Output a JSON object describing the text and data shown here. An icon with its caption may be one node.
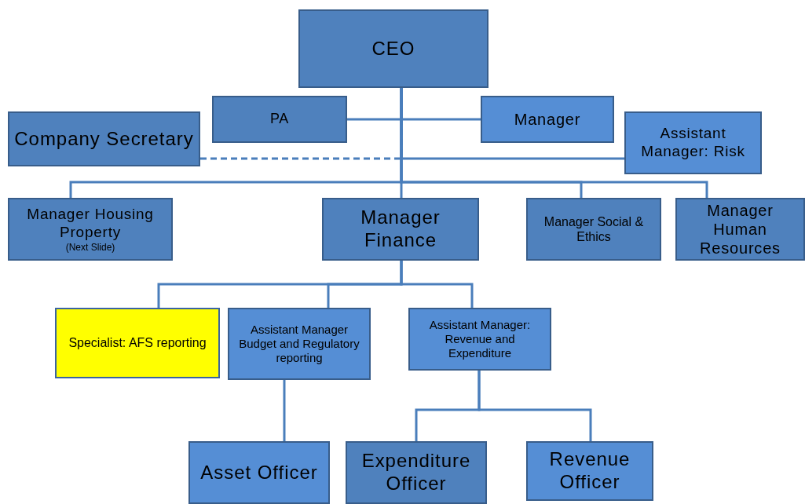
{
  "diagram": {
    "nodes": [
      {
        "text": [
          "CEO"
        ]
      },
      {
        "text": [
          "PA"
        ]
      },
      {
        "text": [
          "Manager"
        ]
      },
      {
        "text": [
          "Company Secretary"
        ]
      },
      {
        "text": [
          "Assistant Manager: Risk"
        ]
      },
      {
        "text": [
          "Manager Housing Property",
          "(Next Slide)"
        ]
      },
      {
        "text": [
          "Manager Finance"
        ]
      },
      {
        "text": [
          "Manager Social & Ethics"
        ]
      },
      {
        "text": [
          "Manager Human Resources"
        ]
      },
      {
        "text": [
          "Specialist: AFS reporting"
        ]
      },
      {
        "text": [
          "Assistant Manager Budget and Regulatory reporting"
        ]
      },
      {
        "text": [
          "Assistant Manager: Revenue and Expenditure"
        ]
      },
      {
        "text": [
          "Asset Officer"
        ]
      },
      {
        "text": [
          "Expenditure Officer"
        ]
      },
      {
        "text": [
          "Revenue Officer"
        ]
      }
    ],
    "edges": [
      {
        "from": 0,
        "to": 1,
        "arrow": "none"
      },
      {
        "from": 0,
        "to": 2,
        "arrow": "none"
      },
      {
        "from": 0,
        "to": 3,
        "arrow": "none",
        "style": "dashed"
      },
      {
        "from": 0,
        "to": 4,
        "arrow": "none"
      },
      {
        "from": 0,
        "to": 5,
        "arrow": "none"
      },
      {
        "from": 0,
        "to": 6,
        "arrow": "none"
      },
      {
        "from": 0,
        "to": 7,
        "arrow": "none"
      },
      {
        "from": 0,
        "to": 8,
        "arrow": "none"
      },
      {
        "from": 6,
        "to": 9,
        "arrow": "none"
      },
      {
        "from": 6,
        "to": 10,
        "arrow": "none"
      },
      {
        "from": 6,
        "to": 11,
        "arrow": "none"
      },
      {
        "from": 10,
        "to": 12,
        "arrow": "none"
      },
      {
        "from": 11,
        "to": 13,
        "arrow": "none"
      },
      {
        "from": 11,
        "to": 14,
        "arrow": "none"
      }
    ]
  }
}
